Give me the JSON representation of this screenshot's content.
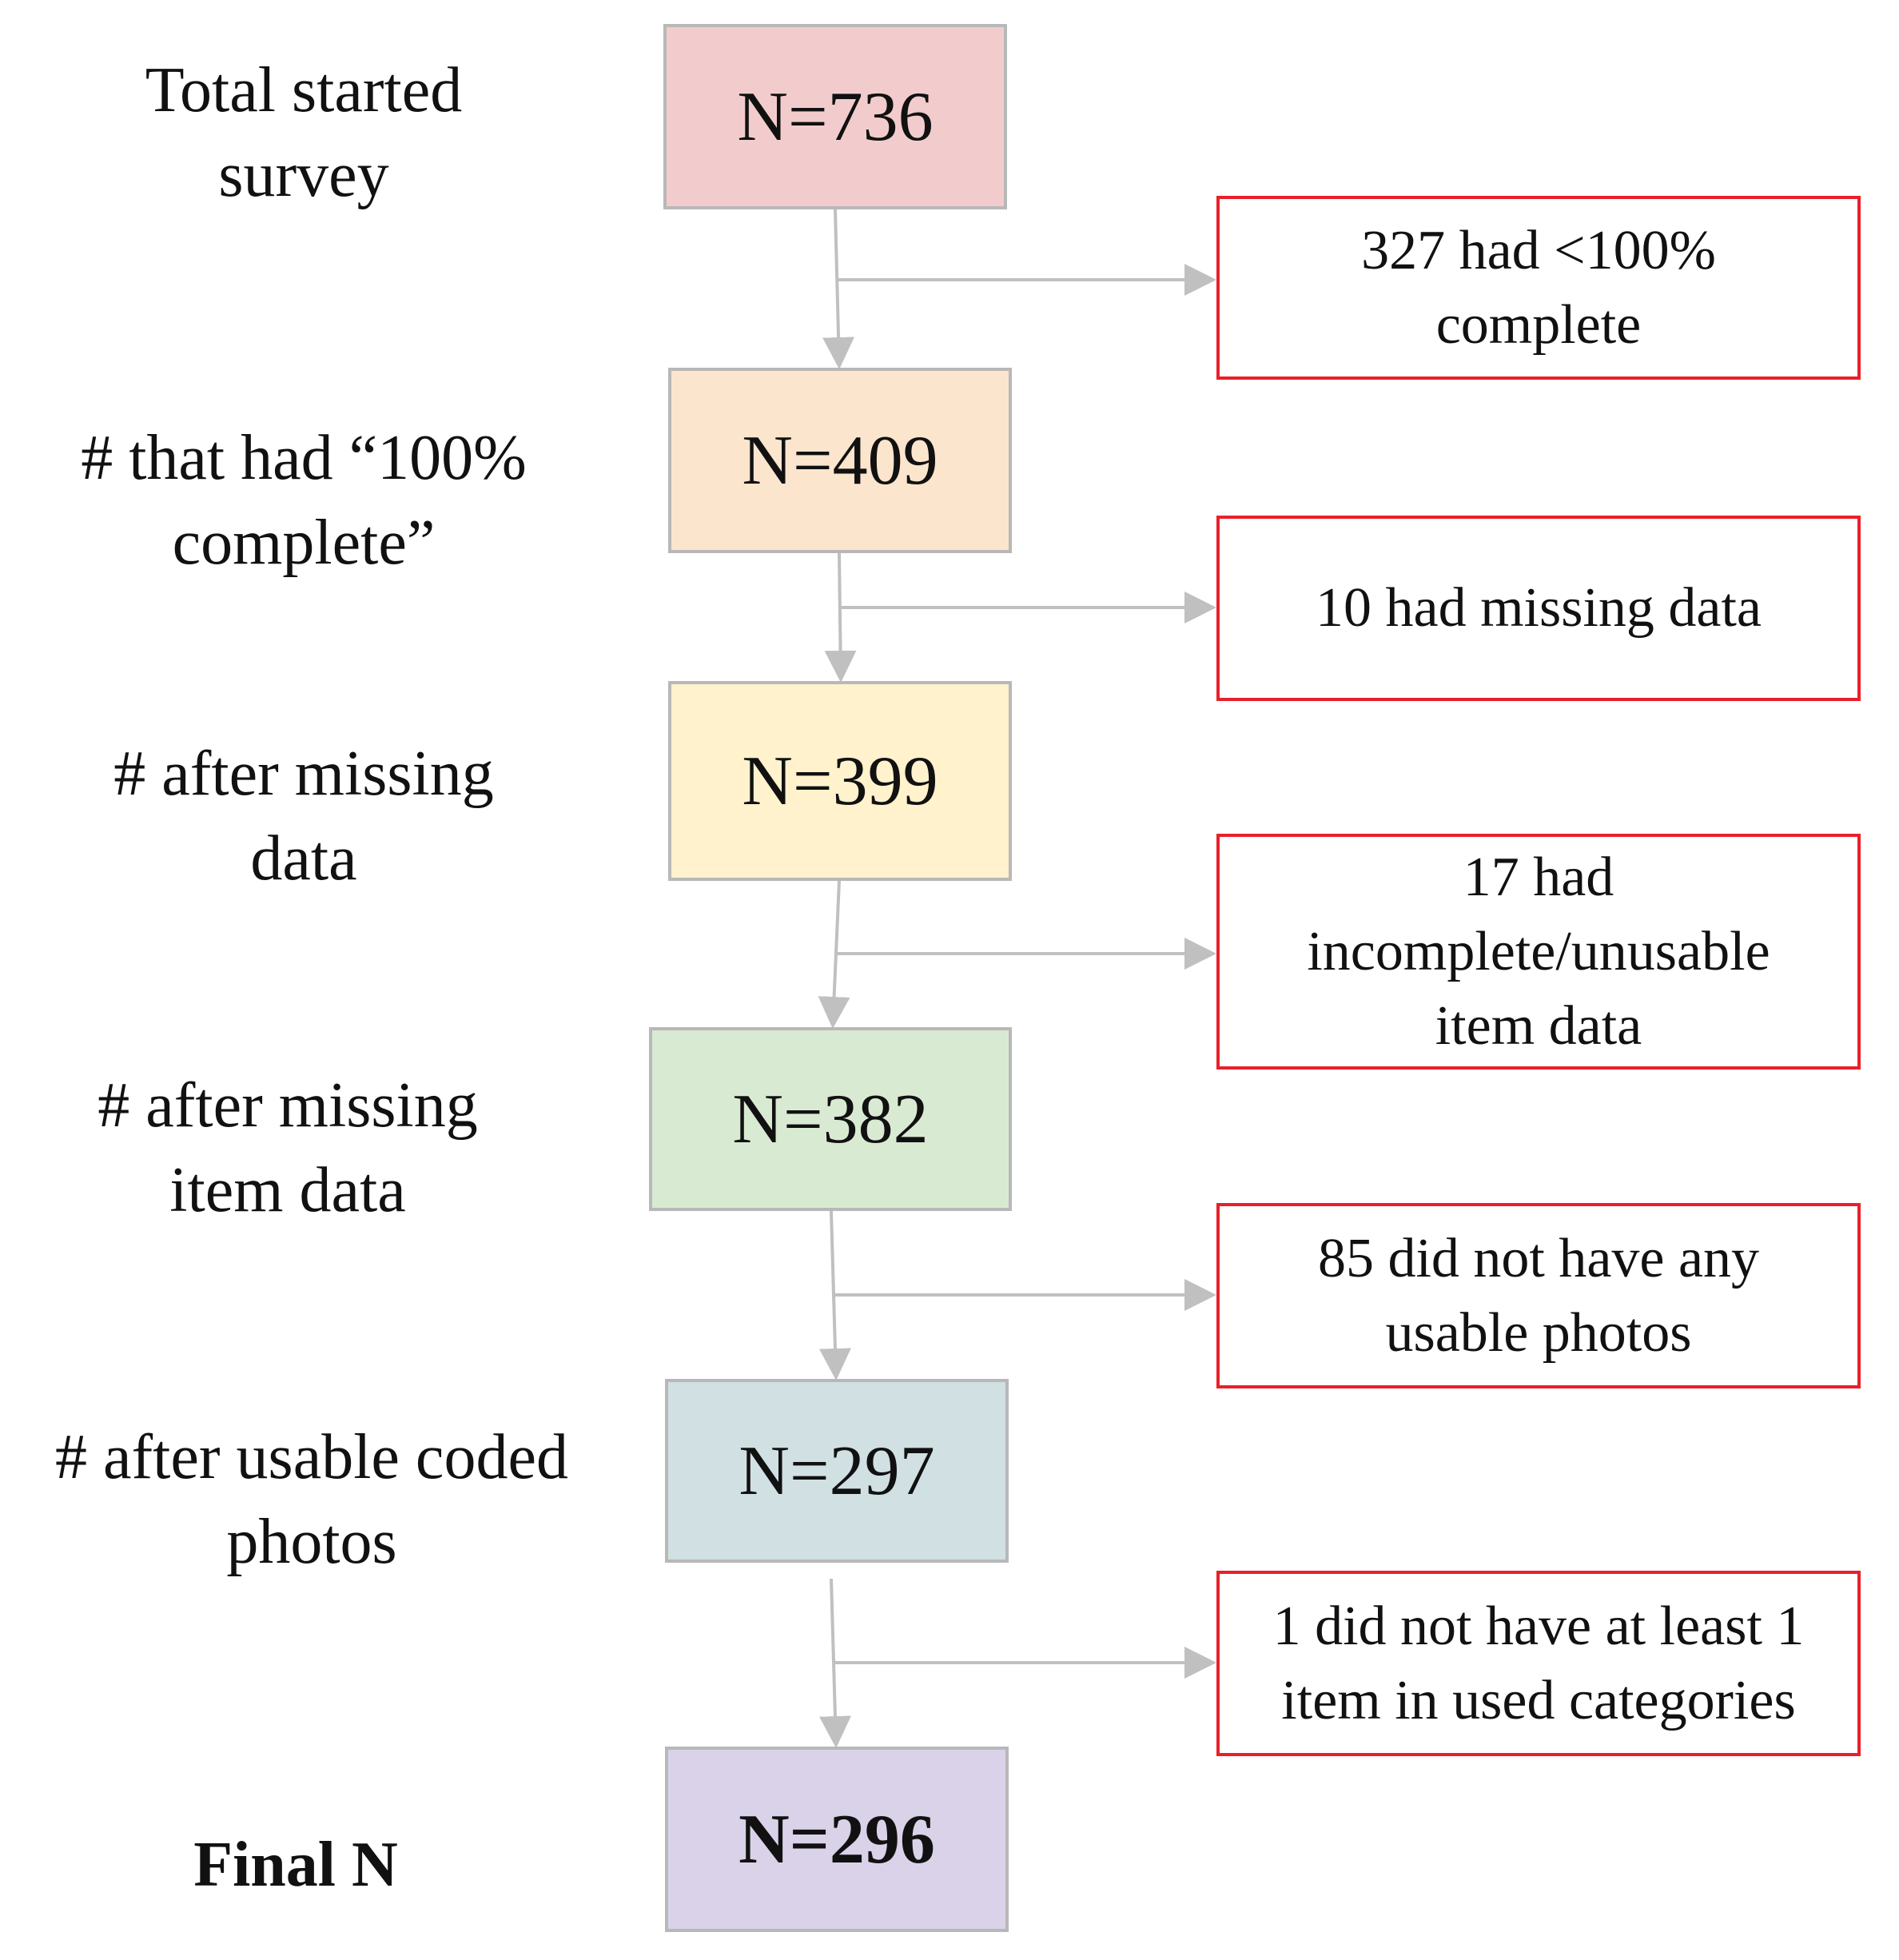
{
  "stages": [
    {
      "label": "Total started\nsurvey",
      "count": "N=736",
      "fill": "#f2cccc",
      "bold": false
    },
    {
      "label": "# that had “100%\ncomplete”",
      "count": "N=409",
      "fill": "#fce5cd",
      "bold": false
    },
    {
      "label": "# after missing\ndata",
      "count": "N=399",
      "fill": "#fff2cc",
      "bold": false
    },
    {
      "label": "# after missing\nitem data",
      "count": "N=382",
      "fill": "#d9ead3",
      "bold": false
    },
    {
      "label": "# after usable coded\nphotos",
      "count": "N=297",
      "fill": "#d0e0e3",
      "bold": false
    },
    {
      "label": "Final N",
      "count": "N=296",
      "fill": "#d9d2e9",
      "bold": true
    }
  ],
  "exclusions": [
    {
      "text": "327 had <100%\ncomplete"
    },
    {
      "text": "10 had missing data"
    },
    {
      "text": "17 had\nincomplete/unusable\nitem data"
    },
    {
      "text": "85 did not have any\nusable photos"
    },
    {
      "text": "1 did not have at least 1\nitem in used categories"
    }
  ],
  "colors": {
    "connector": "#c0c0c0",
    "exclusion_border": "#e8202a",
    "count_border": "#b8b8b8"
  }
}
